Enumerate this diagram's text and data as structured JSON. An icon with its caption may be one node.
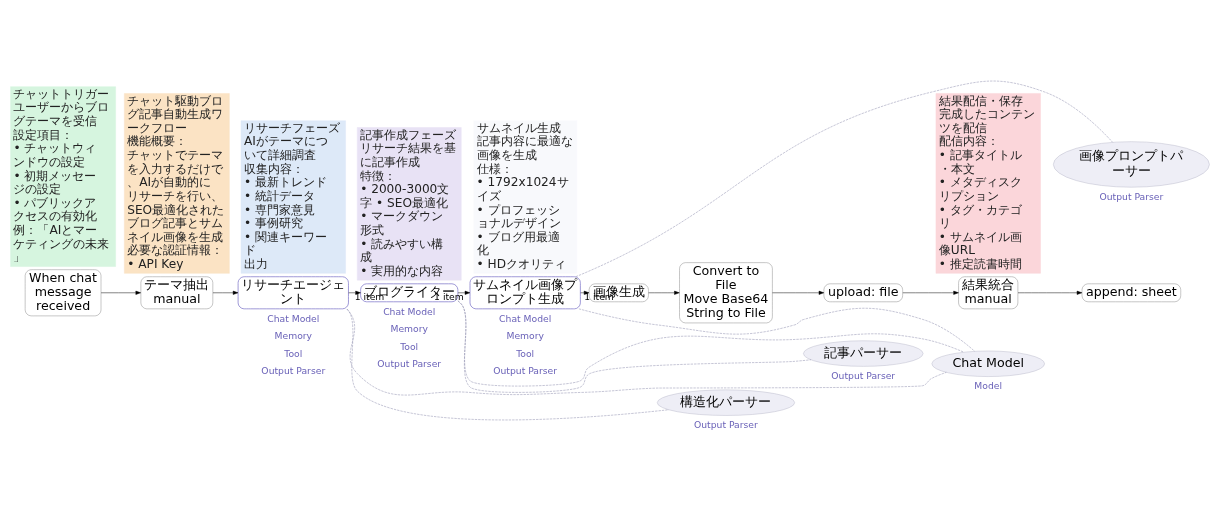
{
  "diagram": {
    "nodes": [
      {
        "text": [
          "チャット駆動ブログ記事自動生成ワークフロー",
          "機能概要：",
          "チャットでテーマを入力するだけで、AIが自動的にリサーチを行い、SEO最適化されたブログ記事とサムネイル画像を生成",
          "必要な認証情報：",
          "• API Key"
        ]
      },
      {
        "text": [
          "チャットトリガー",
          "ユーザーからブログテーマを受信",
          "設定項目： • チャットウィンドウの設定 • 初期メッセージの設定 • パブリックアクセスの有効化",
          "例：「AIとマーケティングの未来」"
        ]
      },
      {
        "text": [
          "リサーチフェーズ",
          "AIがテーマについて詳細調査",
          "収集内容： • 最新トレンド • 統計データ • 専門家意見 • 事例研究 • 関連キーワード",
          "出力"
        ]
      },
      {
        "text": [
          "記事作成フェーズ",
          "リサーチ結果を基に記事作成",
          "特徴： • 2000-3000文字 • SEO最適化 • マークダウン形式 • 読みやすい構成 • 実用的な内容"
        ]
      },
      {
        "text": [
          "サムネイル生成",
          "記事内容に最適な画像を生成",
          "仕様： • 1792x1024サイズ • プロフェッショナルデザイン • ブログ用最適化 • HDクオリティ"
        ]
      },
      {
        "text": [
          "結果配信・保存",
          "完成したコンテンツを配信",
          "配信内容： • 記事タイトル・本文 • メタディスクリプション • タグ・カテゴリ • サムネイル画像URL • 推定読書時間"
        ]
      },
      {
        "text": [
          "When chat message received"
        ]
      },
      {
        "text": [
          "テーマ抽出",
          "manual"
        ]
      },
      {
        "text": [
          "リサーチエージェント"
        ]
      },
      {
        "text": [
          "ブログライター"
        ]
      },
      {
        "text": [
          "サムネイル画像プロンプト生成"
        ]
      },
      {
        "text": [
          "画像生成"
        ]
      },
      {
        "text": [
          "Convert to File",
          "Move Base64 String to File"
        ]
      },
      {
        "text": [
          "upload: file"
        ]
      },
      {
        "text": [
          "結果統合",
          "manual"
        ]
      },
      {
        "text": [
          "append: sheet"
        ]
      },
      {
        "text": [
          "Chat Model"
        ]
      },
      {
        "text": [
          "構造化パーサー"
        ]
      },
      {
        "text": [
          "記事パーサー"
        ]
      },
      {
        "text": [
          "画像プロンプトパーサー"
        ]
      }
    ],
    "edges": [
      {
        "from": 6,
        "to": 7,
        "arrow": "to"
      },
      {
        "from": 7,
        "to": 8,
        "arrow": "to"
      },
      {
        "from": 8,
        "to": 9,
        "arrow": "to",
        "label": "1 item"
      },
      {
        "from": 9,
        "to": 10,
        "arrow": "to",
        "label": "1 item"
      },
      {
        "from": 10,
        "to": 11,
        "arrow": "to",
        "label": "1 item"
      },
      {
        "from": 11,
        "to": 12,
        "arrow": "to"
      },
      {
        "from": 12,
        "to": 13,
        "arrow": "to"
      },
      {
        "from": 13,
        "to": 14,
        "arrow": "to"
      },
      {
        "from": 14,
        "to": 15,
        "arrow": "to"
      },
      {
        "from": 16,
        "to": 8,
        "arrow": "none",
        "style": "dashed",
        "color": "#8888aa"
      },
      {
        "from": 16,
        "to": 9,
        "arrow": "none",
        "style": "dashed",
        "color": "#8888aa"
      },
      {
        "from": 16,
        "to": 10,
        "arrow": "none",
        "style": "dashed",
        "color": "#8888aa"
      },
      {
        "from": 17,
        "to": 8,
        "arrow": "none",
        "style": "dashed",
        "color": "#8888aa"
      },
      {
        "from": 18,
        "to": 9,
        "arrow": "none",
        "style": "dashed",
        "color": "#8888aa"
      },
      {
        "from": 19,
        "to": 10,
        "arrow": "none",
        "style": "dashed",
        "color": "#8888aa"
      }
    ],
    "labels": [
      "Chat Model",
      "Memory",
      "Tool",
      "Output Parser",
      "Chat Model",
      "Memory",
      "Tool",
      "Output Parser",
      "Chat Model",
      "Memory",
      "Tool",
      "Output Parser",
      "Output Parser",
      "Model",
      "Output Parser",
      "Output Parser"
    ]
  }
}
